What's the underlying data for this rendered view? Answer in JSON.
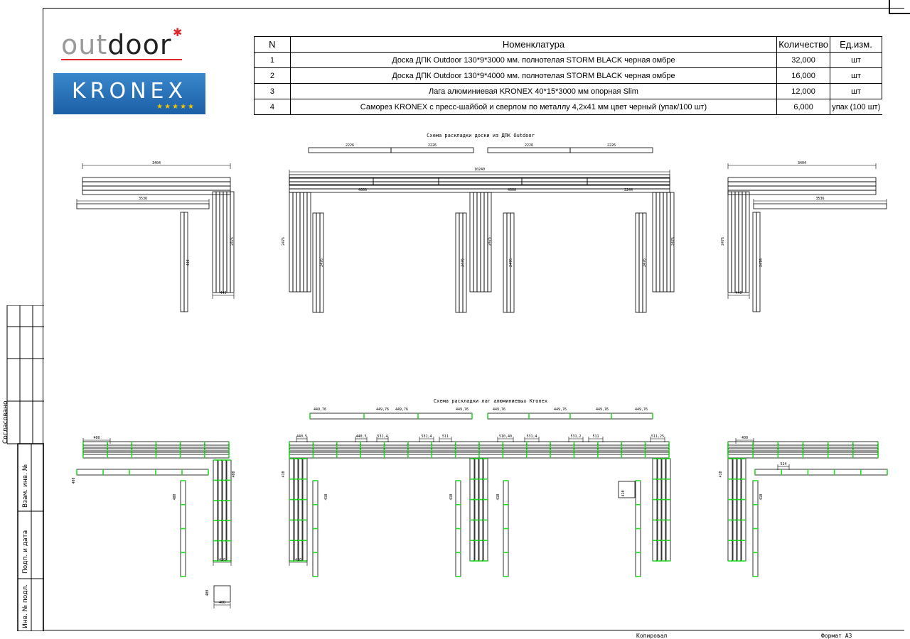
{
  "logos": {
    "outdoor_part1": "out",
    "outdoor_part2": "door",
    "kronex": "KRONEX",
    "kronex_stars": "★★★★★"
  },
  "table": {
    "headers": {
      "n": "N",
      "name": "Номенклатура",
      "qty": "Количество",
      "unit": "Ед.изм."
    },
    "rows": [
      {
        "n": "1",
        "name": "Доска ДПК Outdoor 130*9*3000 мм. полнотелая STORM BLACK черная омбре",
        "qty": "32,000",
        "unit": "шт"
      },
      {
        "n": "2",
        "name": "Доска ДПК Outdoor 130*9*4000 мм. полнотелая STORM BLACK черная омбре",
        "qty": "16,000",
        "unit": "шт"
      },
      {
        "n": "3",
        "name": "Лага алюминиевая KRONEX 40*15*3000 мм опорная Slim",
        "qty": "12,000",
        "unit": "шт"
      },
      {
        "n": "4",
        "name": "Саморез KRONEX с пресс-шайбой и сверлом по металлу 4,2x41 мм цвет черный (упак/100 шт)",
        "qty": "6,000",
        "unit": "упак (100 шт)"
      }
    ]
  },
  "drawing": {
    "title_boards": "Схема раскладки доски из ДПК Outdoor",
    "title_joists": "Схема раскладки лаг алюминиевых Kronex",
    "dims_boards": [
      "2226",
      "2226",
      "2226",
      "2226",
      "3404",
      "10240",
      "3404",
      "3536",
      "3536",
      "4000",
      "4000",
      "2244",
      "440",
      "440",
      "2476",
      "2476",
      "2476",
      "2476",
      "2476",
      "2476",
      "2476",
      "2476",
      "2476",
      "2476"
    ],
    "dims_joists": [
      "449,76",
      "449,76",
      "449,76",
      "449,76",
      "449,76",
      "449,76",
      "449,76",
      "449,76",
      "400",
      "400",
      "440,5",
      "440,5",
      "531,4",
      "531,4",
      "511",
      "510,40",
      "531,4",
      "531,2",
      "511",
      "511,25",
      "524",
      "410",
      "410",
      "410",
      "410",
      "400",
      "400",
      "400"
    ]
  },
  "stamp": {
    "soglasovano": "Согласовано",
    "vzam": "Взам. инв. №",
    "podp": "Подп. и дата",
    "inv": "Инв. № подл."
  },
  "footer": {
    "copy": "Копировал",
    "format": "Формат А3"
  },
  "colors": {
    "accent_green": "#22dd22",
    "outdoor_red": "#e0262b",
    "kronex_blue": "#2a74bf"
  }
}
